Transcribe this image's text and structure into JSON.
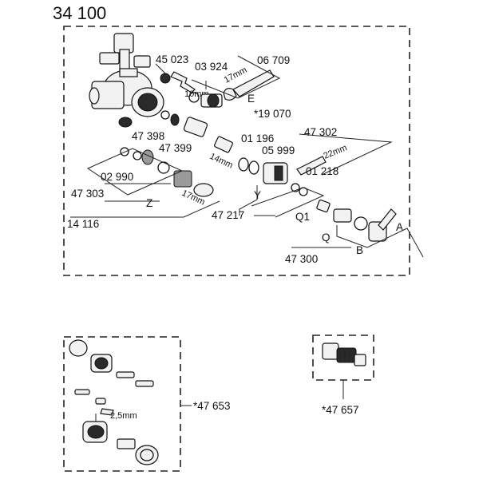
{
  "title": "34 100",
  "main_parts": {
    "p45023": "45 023",
    "p03924": "03 924",
    "p06709": "06 709",
    "d17mm_top": "17mm",
    "d10mm": "10mm",
    "letter_E": "E",
    "p19070": "*19 070",
    "p47398": "47 398",
    "p47399": "47 399",
    "p01196": "01 196",
    "p47302": "47 302",
    "p05999": "05 999",
    "d14mm": "14mm",
    "d22mm": "22mm",
    "p01218": "01 218",
    "p02990": "02 990",
    "p47303": "47 303",
    "d17mm_low": "17mm",
    "letter_Y": "Y",
    "letter_Z": "Z",
    "p47217": "47 217",
    "letter_Q1": "Q1",
    "p14116": "14 116",
    "letter_Q": "Q",
    "letter_A": "A",
    "letter_B": "B",
    "p47300": "47 300"
  },
  "kit_left": {
    "part": "*47 653",
    "dim": "2,5mm"
  },
  "kit_right": {
    "part": "*47 657"
  }
}
